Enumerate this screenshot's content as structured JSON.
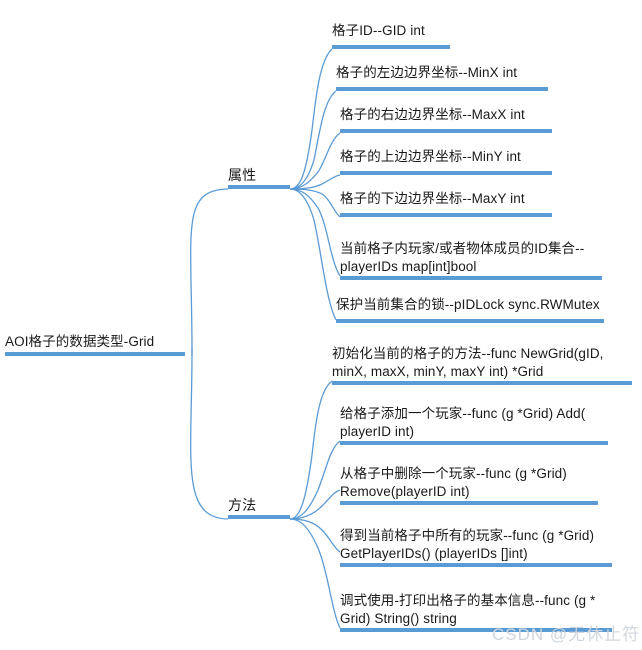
{
  "diagram": {
    "type": "mindmap",
    "title": "AOI格子的数据类型-Grid",
    "accent_color": "#5b9bd5",
    "text_color": "#1a1a1a",
    "background": "#ffffff",
    "root": {
      "label": "AOI格子的数据类型-Grid"
    },
    "branches": [
      {
        "label": "属性",
        "children": [
          {
            "label": "格子ID--GID int"
          },
          {
            "label": "格子的左边边界坐标--MinX int"
          },
          {
            "label": "格子的右边边界坐标--MaxX int"
          },
          {
            "label": "格子的上边边界坐标--MinY int"
          },
          {
            "label": "格子的下边边界坐标--MaxY int"
          },
          {
            "label": "当前格子内玩家/或者物体成员的ID集合--\nplayerIDs map[int]bool"
          },
          {
            "label": "保护当前集合的锁--pIDLock sync.RWMutex"
          }
        ]
      },
      {
        "label": "方法",
        "children": [
          {
            "label": "初始化当前的格子的方法--func NewGrid(gID,\nminX, maxX, minY, maxY int) *Grid"
          },
          {
            "label": "给格子添加一个玩家--func (g *Grid) Add(\nplayerID int)"
          },
          {
            "label": "从格子中删除一个玩家--func (g *Grid)\nRemove(playerID int)"
          },
          {
            "label": "得到当前格子中所有的玩家--func (g *Grid)\nGetPlayerIDs() (playerIDs []int)"
          },
          {
            "label": "调式使用-打印出格子的基本信息--func (g *\nGrid) String() string"
          }
        ]
      }
    ]
  },
  "watermark": {
    "text": "CSDN @无休止符"
  }
}
